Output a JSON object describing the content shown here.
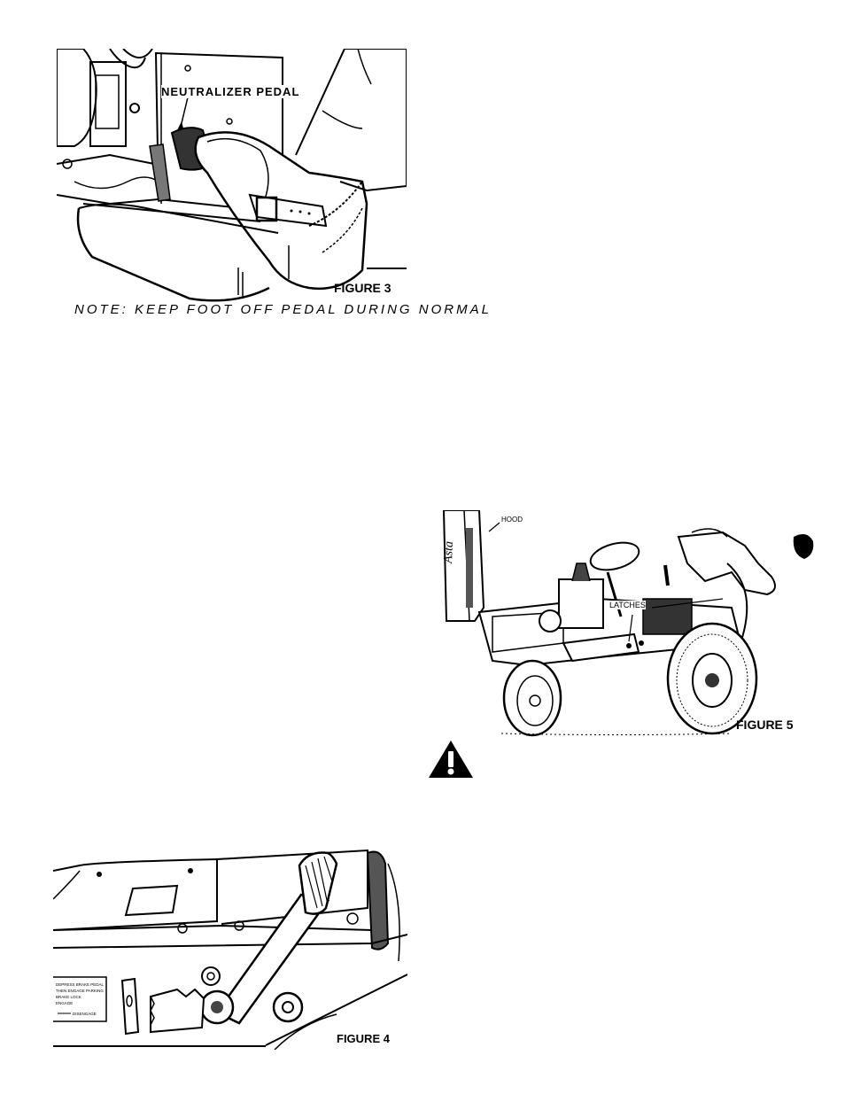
{
  "figure3": {
    "callout": "NEUTRALIZER PEDAL",
    "caption": "FIGURE 3",
    "note": "NOTE: KEEP FOOT OFF PEDAL DURING NORMAL"
  },
  "figure4": {
    "caption": "FIGURE 4",
    "decal_lines": [
      "DEPRESS BRAKE PEDAL",
      "THEN ENGAGE PARKING",
      "BRAKE LOCK",
      "ENGAGE",
      "DISENGAGE"
    ]
  },
  "figure5": {
    "callout_hood": "HOOD",
    "callout_latches": "LATCHES",
    "caption": "FIGURE 5"
  },
  "warning": {
    "icon": "warning-triangle-icon"
  }
}
